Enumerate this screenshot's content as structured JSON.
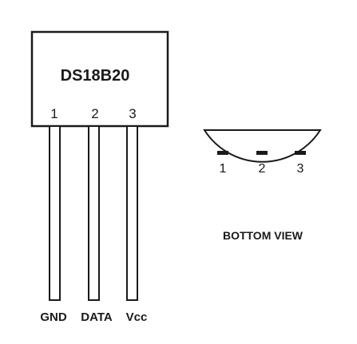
{
  "package": {
    "part_name": "DS18B20",
    "pins": [
      {
        "number": "1",
        "name": "GND"
      },
      {
        "number": "2",
        "name": "DATA"
      },
      {
        "number": "3",
        "name": "Vcc"
      }
    ]
  },
  "bottom_view": {
    "caption": "BOTTOM VIEW",
    "pin_numbers": [
      "1",
      "2",
      "3"
    ]
  }
}
